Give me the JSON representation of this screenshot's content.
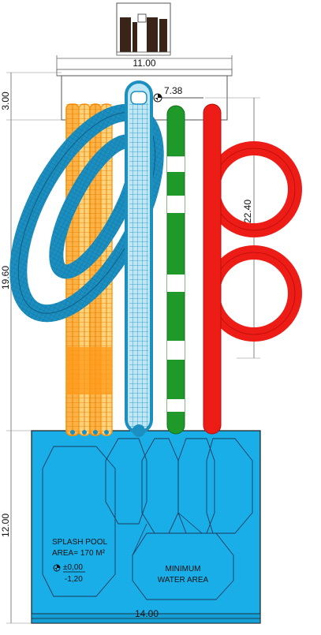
{
  "dimensions": {
    "top_width": "11.00",
    "top_depth": "3.00",
    "offset": "7.38",
    "slide_length": "19.60",
    "tower_height": "22.40",
    "pool_length": "12.00",
    "pool_width": "14.00"
  },
  "pool": {
    "name": "SPLASH POOL",
    "area": "AREA= 170 M²",
    "level_top": "±0,00",
    "level_bottom": "-1,20",
    "min_area_line1": "MINIMUM",
    "min_area_line2": "WATER AREA"
  },
  "colors": {
    "pool_fill": "#19aee8",
    "orange": "#ff9a1a",
    "blue_slide": "#1a8fc0",
    "green": "#1f9a2a",
    "red": "#ee1c16",
    "line": "#555555"
  },
  "slides": [
    {
      "color_name": "orange",
      "shape": "straight-lanes"
    },
    {
      "color_name": "blue",
      "shape": "spiral-tube"
    },
    {
      "color_name": "green",
      "shape": "straight-tube"
    },
    {
      "color_name": "red",
      "shape": "double-loop"
    }
  ]
}
